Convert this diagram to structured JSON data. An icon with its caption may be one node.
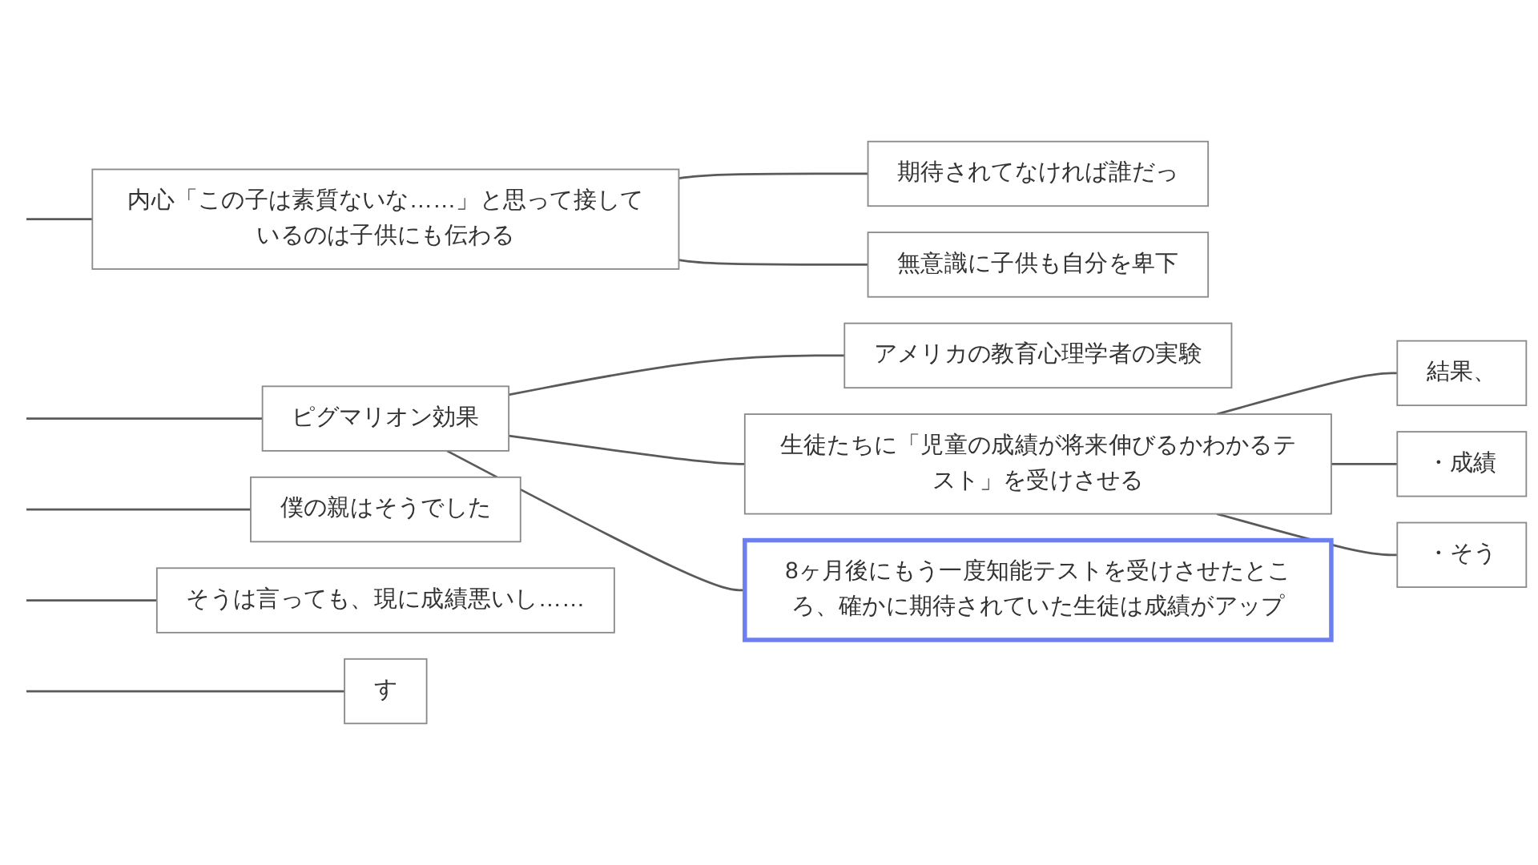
{
  "diagram": {
    "nodes": [
      {
        "text": [
          "内心「この子は素質ないな……」と思って接しているのは子供にも伝わる"
        ]
      },
      {
        "text": [
          "期待されてなければ誰だっ"
        ]
      },
      {
        "text": [
          "無意識に子供も自分を卑下"
        ]
      },
      {
        "text": [
          "ピグマリオン効果"
        ]
      },
      {
        "text": [
          "アメリカの教育心理学者の実験"
        ]
      },
      {
        "text": [
          "生徒たちに「児童の成績が将来伸びるかわかるテスト」を受けさせる"
        ]
      },
      {
        "text": [
          "結果、"
        ]
      },
      {
        "text": [
          "・成績"
        ]
      },
      {
        "text": [
          "・そう"
        ]
      },
      {
        "text": [
          "8ヶ月後にもう一度知能テストを受けさせたところ、確かに期待されていた生徒は成績がアップ"
        ]
      },
      {
        "text": [
          "僕の親はそうでした"
        ]
      },
      {
        "text": [
          "そうは言っても、現に成績悪いし……"
        ]
      },
      {
        "text": [
          "す"
        ]
      }
    ],
    "edges": [
      {
        "from": null,
        "to": 0,
        "arrow": "none"
      },
      {
        "from": 0,
        "to": 1,
        "arrow": "none"
      },
      {
        "from": 0,
        "to": 2,
        "arrow": "none"
      },
      {
        "from": null,
        "to": 3,
        "arrow": "none"
      },
      {
        "from": 3,
        "to": 4,
        "arrow": "none"
      },
      {
        "from": 3,
        "to": 5,
        "arrow": "none"
      },
      {
        "from": 5,
        "to": 6,
        "arrow": "none"
      },
      {
        "from": 5,
        "to": 7,
        "arrow": "none"
      },
      {
        "from": 5,
        "to": 8,
        "arrow": "none"
      },
      {
        "from": 3,
        "to": 9,
        "arrow": "none"
      },
      {
        "from": null,
        "to": 10,
        "arrow": "none"
      },
      {
        "from": null,
        "to": 11,
        "arrow": "none"
      },
      {
        "from": null,
        "to": 12,
        "arrow": "none"
      }
    ]
  }
}
